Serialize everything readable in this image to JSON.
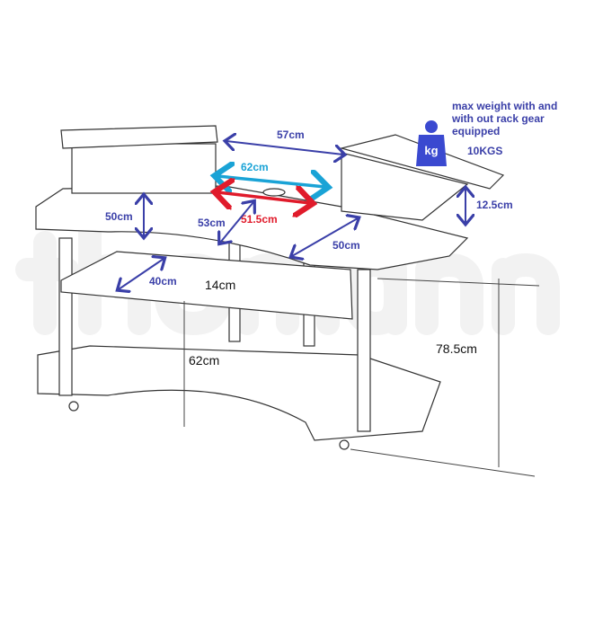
{
  "watermark": "thomann",
  "weight_note": {
    "icon": "kg-weight-icon",
    "icon_label": "kg",
    "text_lines": [
      "max weight with and",
      "with out rack gear",
      "equipped"
    ],
    "value": "10KGS"
  },
  "dimensions": {
    "top_gap": "57cm",
    "inner_width_cyan": "62cm",
    "inner_width_red": "51.5cm",
    "riser_depth_left": "50cm",
    "desk_depth_center": "53cm",
    "desk_depth_right": "50cm",
    "riser_height_right": "12.5cm",
    "keyboard_shelf_depth": "40cm",
    "shelf_clearance": "14cm",
    "leg_clearance": "62cm",
    "total_height": "78.5cm"
  },
  "colors": {
    "dimension": "#3a3fa8",
    "cyan": "#1aa3d6",
    "red": "#e01b2b"
  }
}
